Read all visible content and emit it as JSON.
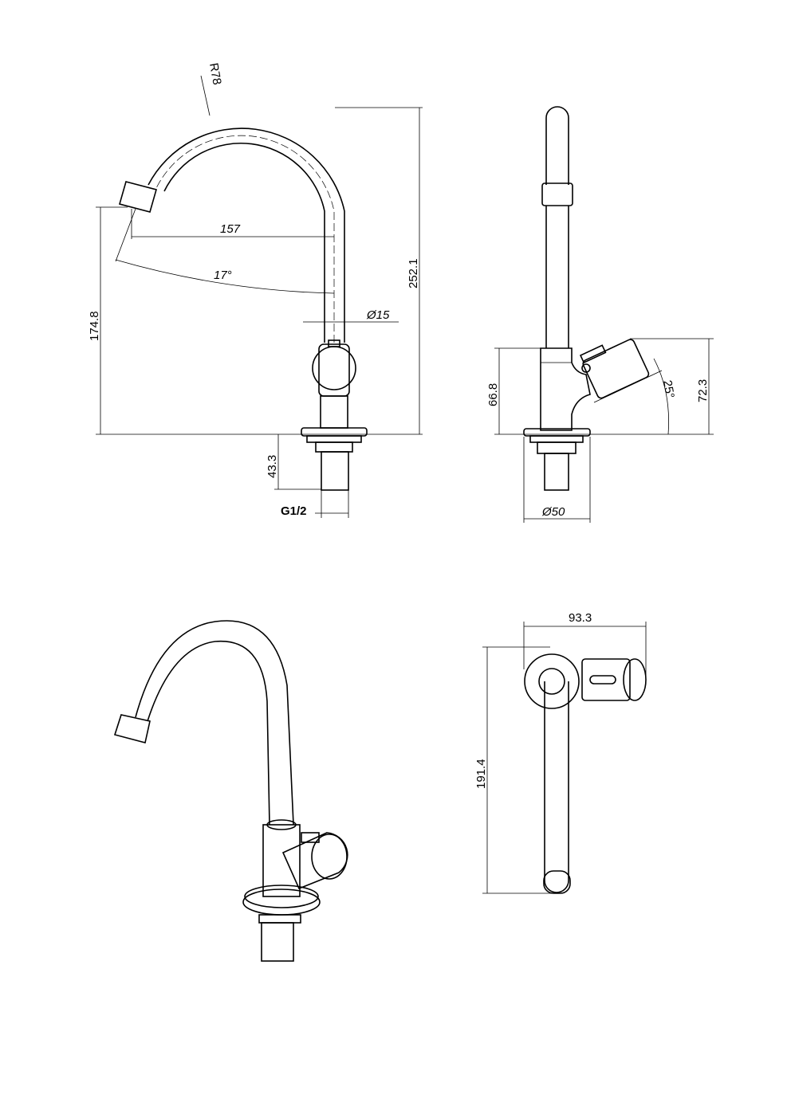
{
  "drawing": {
    "front_view": {
      "radius": "R78",
      "reach": "157",
      "angle": "17°",
      "height": "252.1",
      "outlet_height": "174.8",
      "pipe_diameter": "Ø15",
      "shank_length": "43.3",
      "thread": "G1/2"
    },
    "side_view": {
      "body_height": "66.8",
      "handle_height": "72.3",
      "handle_angle": "25°",
      "base_diameter": "Ø50"
    },
    "top_view": {
      "width": "93.3",
      "length": "191.4"
    }
  }
}
